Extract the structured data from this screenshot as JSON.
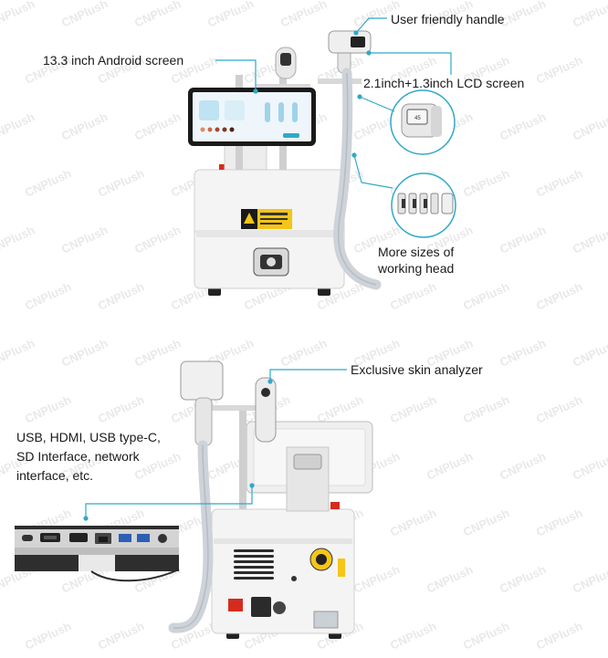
{
  "watermark": "CNPlush",
  "callouts": {
    "android_screen": "13.3 inch Android screen",
    "handle": "User friendly handle",
    "lcd": "2.1inch+1.3inch LCD screen",
    "heads_line1": "More sizes of",
    "heads_line2": "working head",
    "analyzer": "Exclusive skin analyzer",
    "ports_line1": "USB, HDMI,  USB type-C,",
    "ports_line2": "SD Interface, network",
    "ports_line3": "interface, etc."
  },
  "colors": {
    "accent": "#2fa9c9",
    "body": "#f2f2f2",
    "label": "#f5c518",
    "red": "#d52b1e"
  }
}
